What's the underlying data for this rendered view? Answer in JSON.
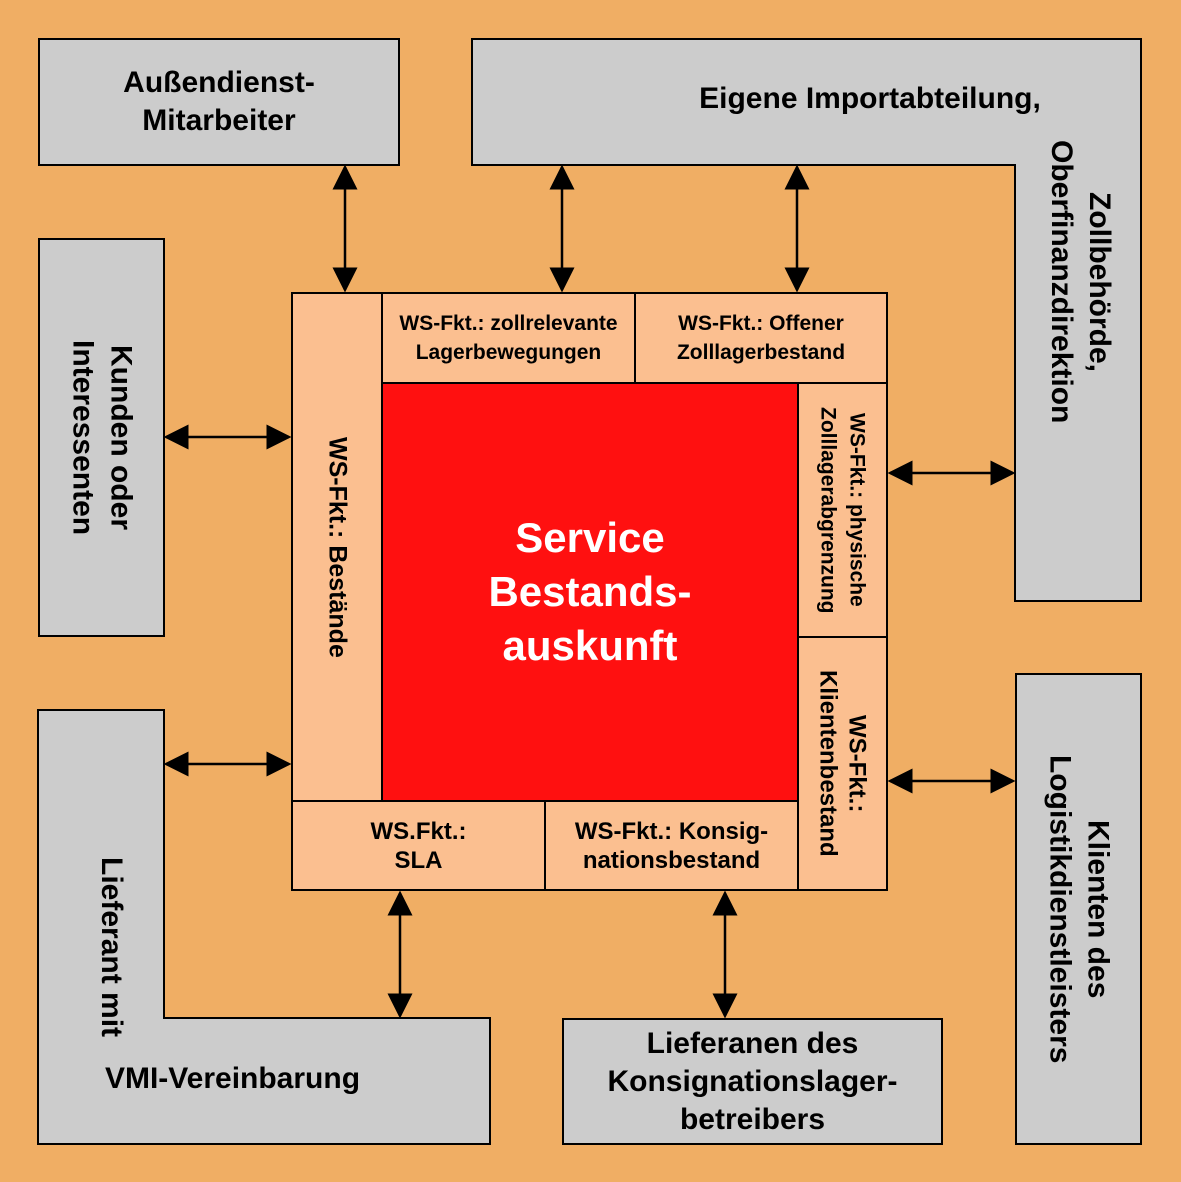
{
  "external": {
    "aussendienst": "Außendienst-\nMitarbeiter",
    "import_top": "Eigene Importabteilung,",
    "import_side": "Zollbehörde,\nOberfinanzdirektion",
    "kunden": "Kunden oder\nInteressenten",
    "lieferant_side": "Lieferant mit",
    "lieferant_bottom": "VMI-Vereinbarung",
    "konsignation": "Lieferanen des\nKonsignationslager-\nbetreibers",
    "klienten": "Klienten des\nLogistikdienstleisters"
  },
  "functions": {
    "bestaende": "WS-Fkt.: Bestände",
    "zollrelevant": "WS-Fkt.: zollrelevante\nLagerbewegungen",
    "offener": "WS-Fkt.: Offener\nZolllagerbestand",
    "physische": "WS-Fkt.: physische\nZolllagerabgrenzung",
    "klientenbestand": "WS-Fkt.:\nKlientenbestand",
    "sla": "WS.Fkt.:\nSLA",
    "konsig": "WS-Fkt.: Konsig-\nnationsbestand"
  },
  "center": {
    "title": "Service\nBestands-\nauskunft"
  },
  "colors": {
    "background": "#F0AE64",
    "external": "#CCCCCC",
    "function": "#FBBF90",
    "core": "#FF1010"
  }
}
